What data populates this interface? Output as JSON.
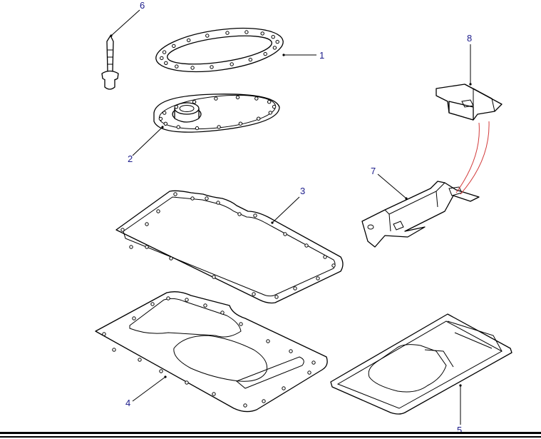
{
  "diagram": {
    "callouts": [
      {
        "id": "1",
        "label": "1"
      },
      {
        "id": "2",
        "label": "2"
      },
      {
        "id": "3",
        "label": "3"
      },
      {
        "id": "4",
        "label": "4"
      },
      {
        "id": "5",
        "label": "5"
      },
      {
        "id": "6",
        "label": "6"
      },
      {
        "id": "7",
        "label": "7"
      },
      {
        "id": "8",
        "label": "8"
      }
    ],
    "colors": {
      "line": "#000000",
      "callout_text": "#1b1b8a",
      "connector": "#d23a3a",
      "background": "#ffffff"
    }
  }
}
